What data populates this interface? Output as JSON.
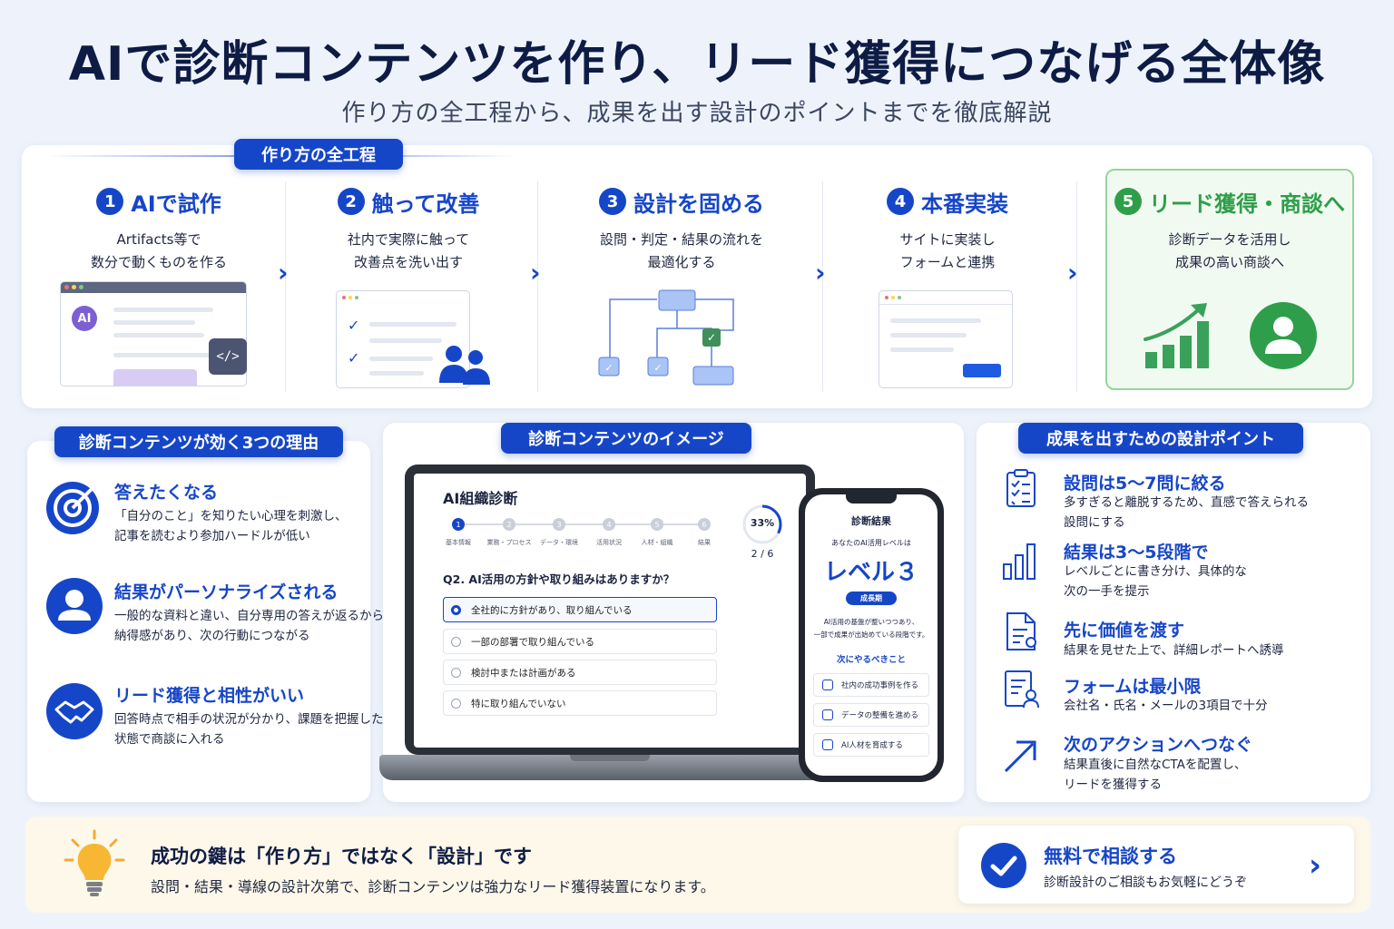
{
  "header": {
    "title": "AIで診断コンテンツを作り、リード獲得につなげる全体像",
    "subtitle": "作り方の全工程から、成果を出す設計のポイントまでを徹底解説"
  },
  "process": {
    "label": "作り方の全工程",
    "steps": [
      {
        "num": "1",
        "title": "AIで試作",
        "desc1": "Artifacts等で",
        "desc2": "数分で動くものを作る"
      },
      {
        "num": "2",
        "title": "触って改善",
        "desc1": "社内で実際に触って",
        "desc2": "改善点を洗い出す"
      },
      {
        "num": "3",
        "title": "設計を固める",
        "desc1": "設問・判定・結果の流れを",
        "desc2": "最適化する"
      },
      {
        "num": "4",
        "title": "本番実装",
        "desc1": "サイトに実装し",
        "desc2": "フォームと連携"
      },
      {
        "num": "5",
        "title": "リード獲得・商談へ",
        "desc1": "診断データを活用し",
        "desc2": "成果の高い商談へ"
      }
    ],
    "ai_badge": "AI",
    "code_icon": "</>"
  },
  "reasons": {
    "label": "診断コンテンツが効く3つの理由",
    "items": [
      {
        "title": "答えたくなる",
        "desc1": "「自分のこと」を知りたい心理を刺激し、",
        "desc2": "記事を読むより参加ハードルが低い"
      },
      {
        "title": "結果がパーソナライズされる",
        "desc1": "一般的な資料と違い、自分専用の答えが返るから",
        "desc2": "納得感があり、次の行動につながる"
      },
      {
        "title": "リード獲得と相性がいい",
        "desc1": "回答時点で相手の状況が分かり、課題を把握した",
        "desc2": "状態で商談に入れる"
      }
    ]
  },
  "image": {
    "label": "診断コンテンツのイメージ",
    "laptop": {
      "app_title": "AI組織診断",
      "progress_steps": [
        "基本情報",
        "業務・プロセス",
        "データ・環境",
        "活用状況",
        "人材・組織",
        "結果"
      ],
      "progress_nums": [
        "1",
        "2",
        "3",
        "4",
        "5",
        "6"
      ],
      "progress_percent": "33%",
      "progress_percent_value": 33,
      "progress_count": "2 / 6",
      "question": "Q2. AI活用の方針や取り組みはありますか？",
      "options": [
        "全社的に方針があり、取り組んでいる",
        "一部の部署で取り組んでいる",
        "検討中または計画がある",
        "特に取り組んでいない"
      ],
      "selected_index": 0
    },
    "phone": {
      "heading": "診断結果",
      "level_intro": "あなたのAI活用レベルは",
      "level": "レベル３",
      "stage": "成長期",
      "desc1": "AI活用の基盤が整いつつあり、",
      "desc2": "一部で成果が出始めている段階です。",
      "todo_heading": "次にやるべきこと",
      "todos": [
        "社内の成功事例を作る",
        "データの整備を進める",
        "AI人材を育成する"
      ]
    }
  },
  "points": {
    "label": "成果を出すための設計ポイント",
    "items": [
      {
        "title": "設問は5〜7問に絞る",
        "desc1": "多すぎると離脱するため、直感で答えられる",
        "desc2": "設問にする"
      },
      {
        "title": "結果は3〜5段階で",
        "desc1": "レベルごとに書き分け、具体的な",
        "desc2": "次の一手を提示"
      },
      {
        "title": "先に価値を渡す",
        "desc1": "結果を見せた上で、詳細レポートへ誘導",
        "desc2": ""
      },
      {
        "title": "フォームは最小限",
        "desc1": "会社名・氏名・メールの3項目で十分",
        "desc2": ""
      },
      {
        "title": "次のアクションへつなぐ",
        "desc1": "結果直後に自然なCTAを配置し、",
        "desc2": "リードを獲得する"
      }
    ]
  },
  "bottom": {
    "title": "成功の鍵は「作り方」ではなく「設計」です",
    "desc": "設問・結果・導線の設計次第で、診断コンテンツは強力なリード獲得装置になります。",
    "cta_title": "無料で相談する",
    "cta_desc": "診断設計のご相談もお気軽にどうぞ"
  },
  "colors": {
    "accent": "#1646c8",
    "green": "#2e9e4a",
    "navy": "#0e1c45"
  }
}
